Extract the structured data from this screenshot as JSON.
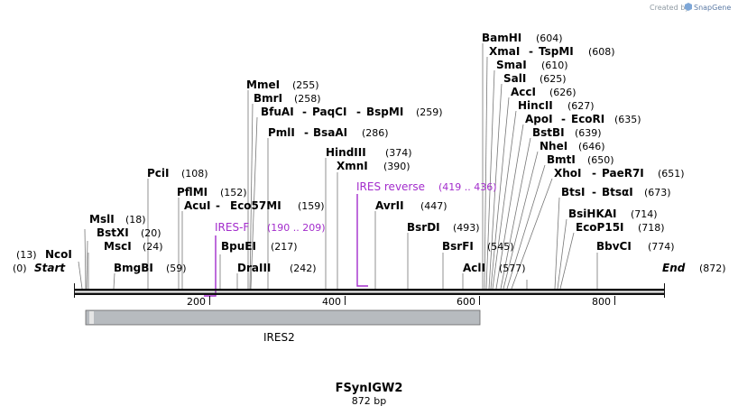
{
  "header": {
    "credit_text": "Created by",
    "brand_text": "SnapGene"
  },
  "sequence": {
    "name": "FSynIGW2",
    "length_label": "872 bp",
    "start_label": "Start",
    "start_pos": "(0)",
    "end_label": "End",
    "end_pos": "(872)"
  },
  "ruler": {
    "ticks": [
      "200",
      "400",
      "600",
      "800"
    ]
  },
  "feature": {
    "label": "IRES2",
    "color": "#b7bbbf"
  },
  "primers": [
    {
      "name": "IRES-F",
      "range": "(190 .. 209)",
      "color": "#a32dcc"
    },
    {
      "name": "IRES reverse",
      "range": "(419 .. 436)",
      "color": "#a32dcc"
    }
  ],
  "enzymes": [
    {
      "name": "NcoI",
      "pos": "(13)"
    },
    {
      "name": "MslI",
      "pos": "(18)"
    },
    {
      "name": "BstXI",
      "pos": "(20)"
    },
    {
      "name": "MscI",
      "pos": "(24)"
    },
    {
      "name": "BmgBI",
      "pos": "(59)"
    },
    {
      "name": "PciI",
      "pos": "(108)"
    },
    {
      "name": "PflMI",
      "pos": "(152)"
    },
    {
      "name": "AcuI",
      "pos": ""
    },
    {
      "name": "Eco57MI",
      "pos": "(159)"
    },
    {
      "name": "BpuEI",
      "pos": "(217)"
    },
    {
      "name": "DraIII",
      "pos": "(242)"
    },
    {
      "name": "MmeI",
      "pos": "(255)"
    },
    {
      "name": "BmrI",
      "pos": "(258)"
    },
    {
      "name": "BfuAI",
      "pos": ""
    },
    {
      "name": "PaqCI",
      "pos": ""
    },
    {
      "name": "BspMI",
      "pos": "(259)"
    },
    {
      "name": "PmlI",
      "pos": ""
    },
    {
      "name": "BsaAI",
      "pos": "(286)"
    },
    {
      "name": "HindIII",
      "pos": "(374)"
    },
    {
      "name": "XmnI",
      "pos": "(390)"
    },
    {
      "name": "AvrII",
      "pos": "(447)"
    },
    {
      "name": "BsrDI",
      "pos": "(493)"
    },
    {
      "name": "BsrFI",
      "pos": "(545)"
    },
    {
      "name": "AclI",
      "pos": "(577)"
    },
    {
      "name": "BamHI",
      "pos": "(604)"
    },
    {
      "name": "XmaI",
      "pos": ""
    },
    {
      "name": "TspMI",
      "pos": "(608)"
    },
    {
      "name": "SmaI",
      "pos": "(610)"
    },
    {
      "name": "SalI",
      "pos": "(625)"
    },
    {
      "name": "AccI",
      "pos": "(626)"
    },
    {
      "name": "HincII",
      "pos": "(627)"
    },
    {
      "name": "ApoI",
      "pos": ""
    },
    {
      "name": "EcoRI",
      "pos": "(635)"
    },
    {
      "name": "BstBI",
      "pos": "(639)"
    },
    {
      "name": "NheI",
      "pos": "(646)"
    },
    {
      "name": "BmtI",
      "pos": "(650)"
    },
    {
      "name": "XhoI",
      "pos": ""
    },
    {
      "name": "PaeR7I",
      "pos": "(651)"
    },
    {
      "name": "BtsI",
      "pos": ""
    },
    {
      "name": "BtsαI",
      "pos": "(673)"
    },
    {
      "name": "BsiHKAI",
      "pos": "(714)"
    },
    {
      "name": "EcoP15I",
      "pos": "(718)"
    },
    {
      "name": "BbvCI",
      "pos": "(774)"
    }
  ]
}
